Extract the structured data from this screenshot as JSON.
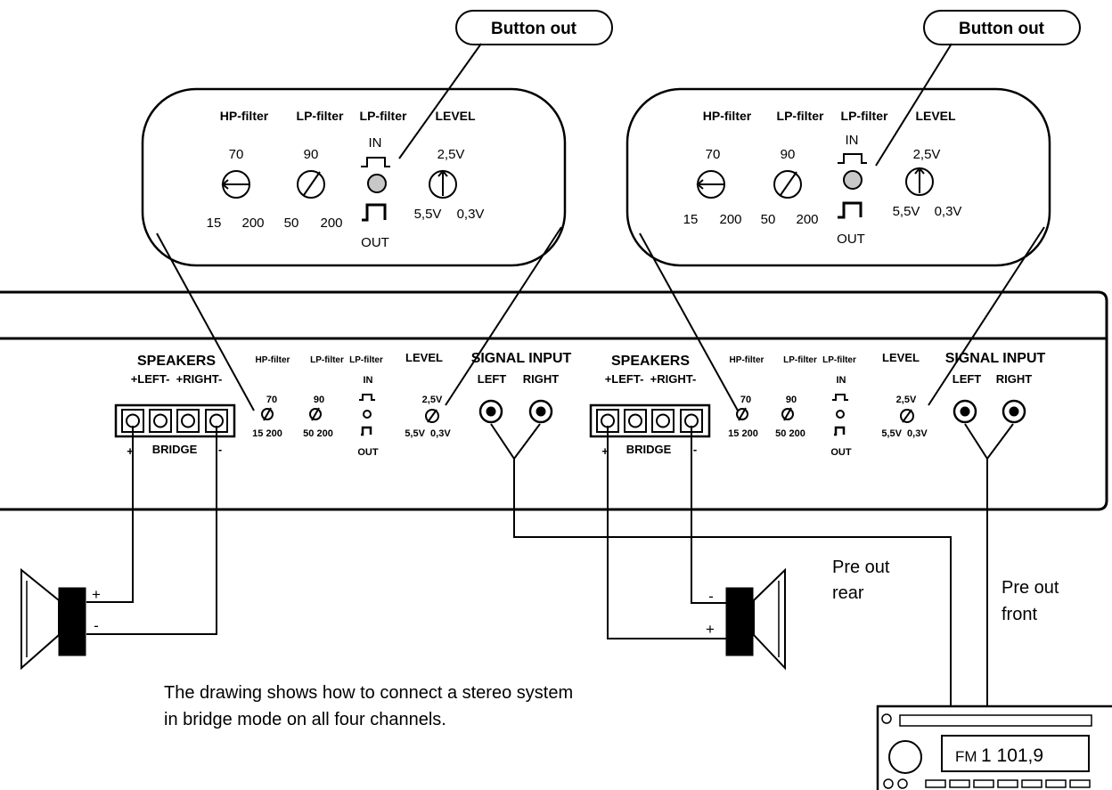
{
  "callouts": [
    {
      "button_label": "Button out",
      "filters": [
        "HP-filter",
        "LP-filter",
        "LP-filter",
        "LEVEL"
      ],
      "hp": {
        "top": "70",
        "low": "15",
        "high": "200"
      },
      "lp": {
        "top": "90",
        "low": "50",
        "high": "200"
      },
      "switch": {
        "in": "IN",
        "out": "OUT"
      },
      "level": {
        "top": "2,5V",
        "low": "5,5V",
        "high": "0,3V"
      }
    },
    {
      "button_label": "Button out",
      "filters": [
        "HP-filter",
        "LP-filter",
        "LP-filter",
        "LEVEL"
      ],
      "hp": {
        "top": "70",
        "low": "15",
        "high": "200"
      },
      "lp": {
        "top": "90",
        "low": "50",
        "high": "200"
      },
      "switch": {
        "in": "IN",
        "out": "OUT"
      },
      "level": {
        "top": "2,5V",
        "low": "5,5V",
        "high": "0,3V"
      }
    }
  ],
  "panels": [
    {
      "speakers": "SPEAKERS",
      "left_right": "+LEFT-  +RIGHT-",
      "bridge": "BRIDGE",
      "plus": "+",
      "minus": "-",
      "hp": {
        "name": "HP-filter",
        "top": "70",
        "range": "15 200"
      },
      "lp": {
        "name": "LP-filter",
        "top": "90",
        "range": "50 200"
      },
      "lp2": {
        "name": "LP-filter",
        "in": "IN",
        "out": "OUT"
      },
      "level": {
        "name": "LEVEL",
        "top": "2,5V",
        "range": "5,5V  0,3V"
      },
      "signal": {
        "title": "SIGNAL INPUT",
        "left": "LEFT",
        "right": "RIGHT"
      }
    },
    {
      "speakers": "SPEAKERS",
      "left_right": "+LEFT-  +RIGHT-",
      "bridge": "BRIDGE",
      "plus": "+",
      "minus": "-",
      "hp": {
        "name": "HP-filter",
        "top": "70",
        "range": "15 200"
      },
      "lp": {
        "name": "LP-filter",
        "top": "90",
        "range": "50 200"
      },
      "lp2": {
        "name": "LP-filter",
        "in": "IN",
        "out": "OUT"
      },
      "level": {
        "name": "LEVEL",
        "top": "2,5V",
        "range": "5,5V  0,3V"
      },
      "signal": {
        "title": "SIGNAL INPUT",
        "left": "LEFT",
        "right": "RIGHT"
      }
    }
  ],
  "speaker_left": {
    "plus": "+",
    "minus": "-"
  },
  "speaker_right": {
    "plus": "+",
    "minus": "-"
  },
  "pre_out_rear": [
    "Pre out",
    "rear"
  ],
  "pre_out_front": [
    "Pre out",
    "front"
  ],
  "caption": [
    "The drawing shows how to connect a stereo system",
    "in bridge mode on all four channels."
  ],
  "radio": {
    "band": "FM",
    "freq": "1 101,9"
  }
}
